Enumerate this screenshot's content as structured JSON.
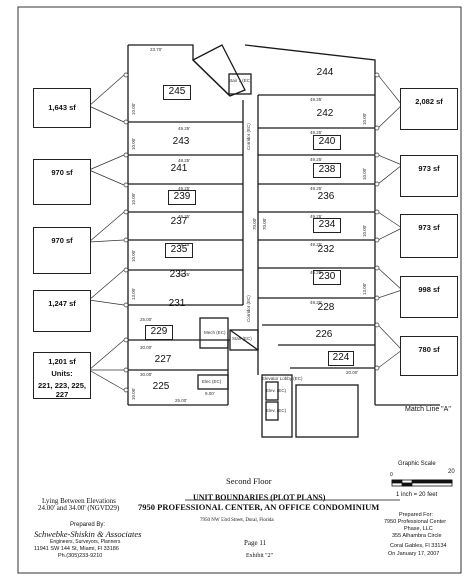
{
  "area_boxes": {
    "left": [
      {
        "sf": "1,643 sf"
      },
      {
        "sf": "970 sf"
      },
      {
        "sf": "970 sf"
      },
      {
        "sf": "1,247 sf"
      },
      {
        "sf": "1,201 sf",
        "units_label": "Units:",
        "units": "221, 223, 225, 227"
      }
    ],
    "right": [
      {
        "sf": "2,082 sf"
      },
      {
        "sf": "973 sf"
      },
      {
        "sf": "973 sf"
      },
      {
        "sf": "998 sf"
      },
      {
        "sf": "780 sf"
      }
    ]
  },
  "units_left": [
    "245",
    "243",
    "241",
    "239",
    "237",
    "235",
    "233",
    "231",
    "229",
    "227",
    "225"
  ],
  "units_right": [
    "244",
    "242",
    "240",
    "238",
    "236",
    "234",
    "232",
    "230",
    "228",
    "226",
    "224"
  ],
  "plan_labels": {
    "dim_top": "23.70'",
    "dim_49": "49.25'",
    "dim_48": "48.25'",
    "dim_10": "10.00'",
    "dim_20": "20.00'",
    "dim_25": "25.00'",
    "dim_13": "13.00'",
    "dim_30": "30.00'",
    "dim_70": "70.00'",
    "dim_9": "9.00'",
    "corridor": "Corridor (EC)",
    "corridor2": "Corridor (EC)",
    "stair_1": "Stair 1 (EC)",
    "stair_2": "Stair (EC)",
    "mech": "Mech (EC)",
    "elevator_lobby": "Elevator Lobby (EC)",
    "elev_1": "Elev. (EC)",
    "elev_2": "Elev. (EC)",
    "elec": "Elec (EC)",
    "match_line": "Match Line \"A\""
  },
  "graphic_scale": {
    "title": "Graphic Scale",
    "zero": "0",
    "twenty": "20",
    "note": "1 inch = 20 feet"
  },
  "title_block": {
    "floor": "Second Floor",
    "elevation_1": "Lying Between Elevations",
    "elevation_2": "24.00' and 34.00' (NGVD29)",
    "title_1": "UNIT BOUNDARIES (PLOT PLANS)",
    "title_2": "7950 PROFESSIONAL CENTER, AN OFFICE CONDOMINIUM",
    "address": "7950 NW 53rd Street, Doral, Florida",
    "page": "Page 11",
    "exhibit": "Exhibit \"2\"",
    "prepared_by_label": "Prepared By:",
    "firm": "Schwebke-Shiskin & Associates",
    "firm_sub": "Engineers, Surveyors, Planners",
    "firm_address": "11941 SW 144 St, Miami, Fl 33186",
    "firm_phone": "Ph.(305)233-9210",
    "prepared_for_label": "Prepared For:",
    "client_1": "7950 Professional Center",
    "client_2": "Phase, LLC",
    "client_3": "355 Alhambra Circle",
    "client_4": "Coral Gables, Fl 33134",
    "client_date": "On January 17, 2007"
  }
}
